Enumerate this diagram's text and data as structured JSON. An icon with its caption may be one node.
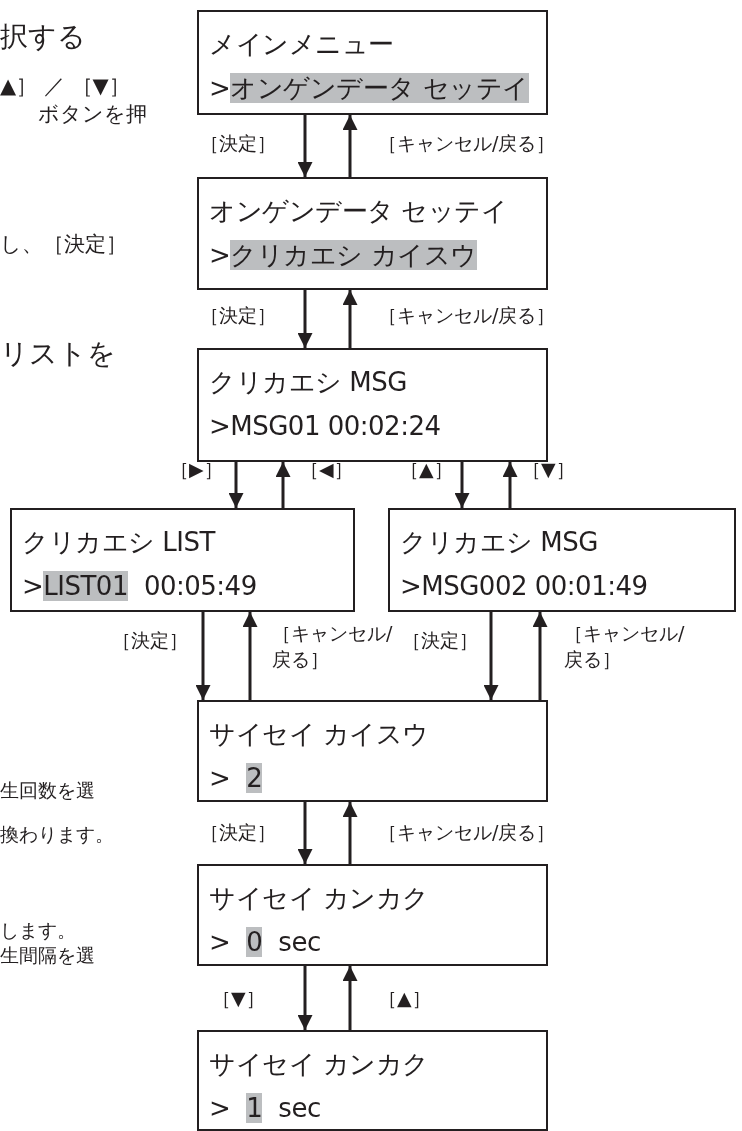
{
  "diagram": {
    "nodes": [
      {
        "text": [
          "メインメニュー",
          ">",
          "オンゲンデータ セッテイ"
        ]
      },
      {
        "text": [
          "オンゲンデータ セッテイ",
          ">",
          "クリカエシ カイスウ"
        ]
      },
      {
        "text": [
          "クリカエシ MSG",
          ">MSG01 00:02:24"
        ]
      },
      {
        "text": [
          "クリカエシ LIST",
          ">",
          "LIST01",
          "00:05:49"
        ]
      },
      {
        "text": [
          "クリカエシ MSG",
          ">MSG002 00:01:49"
        ]
      },
      {
        "text": [
          "サイセイ カイスウ",
          ">",
          "2"
        ]
      },
      {
        "text": [
          "サイセイ カンカク",
          ">",
          "0",
          "sec"
        ]
      },
      {
        "text": [
          "サイセイ カンカク",
          ">",
          "1",
          "sec"
        ]
      }
    ],
    "edges": [
      {
        "from": 0,
        "to": 1,
        "arrow": "to",
        "label": "［決定］"
      },
      {
        "from": 1,
        "to": 0,
        "arrow": "to",
        "label": "［キャンセル/戻る］"
      },
      {
        "from": 1,
        "to": 2,
        "arrow": "to",
        "label": "［決定］"
      },
      {
        "from": 2,
        "to": 1,
        "arrow": "to",
        "label": "［キャンセル/戻る］"
      },
      {
        "from": 2,
        "to": 3,
        "arrow": "to",
        "label": "［▶］"
      },
      {
        "from": 3,
        "to": 2,
        "arrow": "to",
        "label": "［◀］"
      },
      {
        "from": 2,
        "to": 4,
        "arrow": "to",
        "label": "［▲］"
      },
      {
        "from": 4,
        "to": 2,
        "arrow": "to",
        "label": "［▼］"
      },
      {
        "from": 3,
        "to": 5,
        "arrow": "to",
        "label": "［決定］"
      },
      {
        "from": 5,
        "to": 3,
        "arrow": "to",
        "label": "［キャンセル/戻る］"
      },
      {
        "from": 4,
        "to": 5,
        "arrow": "to",
        "label": "［決定］"
      },
      {
        "from": 5,
        "to": 4,
        "arrow": "to",
        "label": "［キャンセル/戻る］"
      },
      {
        "from": 5,
        "to": 6,
        "arrow": "to",
        "label": "［決定］"
      },
      {
        "from": 6,
        "to": 5,
        "arrow": "to",
        "label": "［キャンセル/戻る］"
      },
      {
        "from": 6,
        "to": 7,
        "arrow": "to",
        "label": "［▼］"
      },
      {
        "from": 7,
        "to": 6,
        "arrow": "to",
        "label": "［▲］"
      }
    ],
    "labels": [
      "択する",
      "▲］ ／ ［▼］",
      "ボタンを押",
      "し、［決定］",
      "リストを",
      "生回数を選",
      "換わります。",
      "します。",
      "生間隔を選"
    ]
  }
}
